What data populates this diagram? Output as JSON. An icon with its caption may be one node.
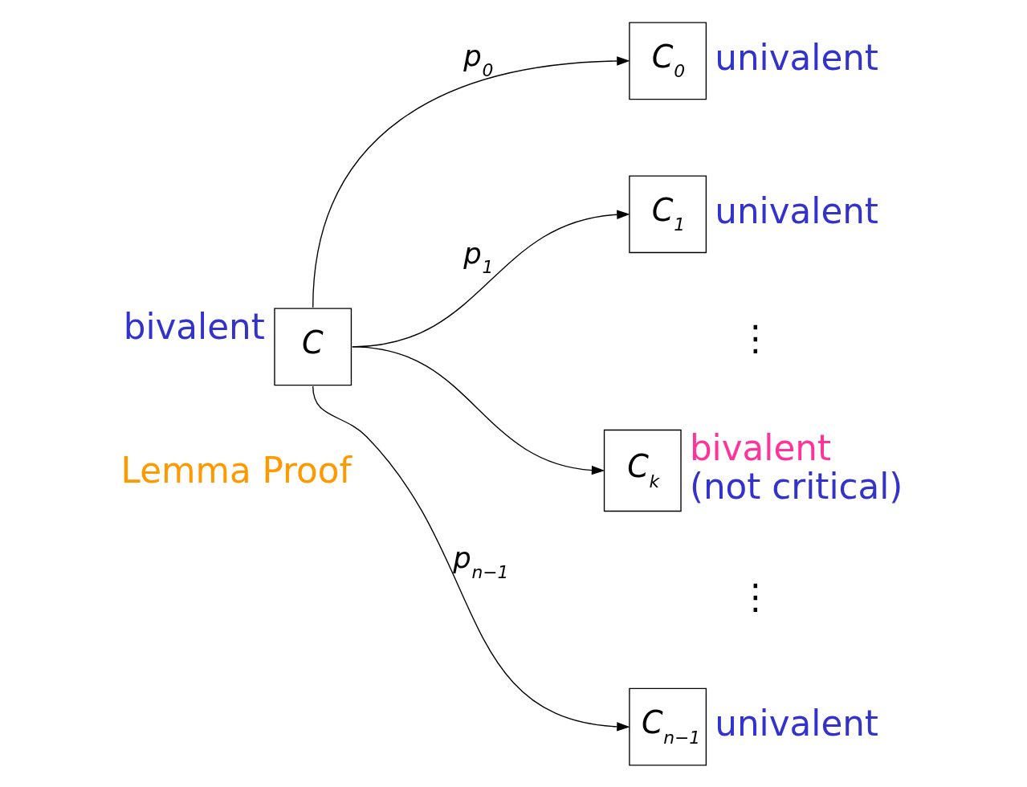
{
  "diagram": {
    "nodes": [
      {
        "text": [
          "C"
        ],
        "beside": [
          "bivalent"
        ]
      },
      {
        "text": [
          "C$_{0}$"
        ],
        "beside": [
          "univalent"
        ]
      },
      {
        "text": [
          "C$_{1}$"
        ],
        "beside": [
          "univalent"
        ]
      },
      {
        "text": [
          "C$_{k}$"
        ],
        "beside": [
          "bivalent",
          "(not critical)"
        ]
      },
      {
        "text": [
          "C$_{n−1}$"
        ],
        "beside": [
          "univalent"
        ]
      }
    ],
    "edges": [
      {
        "from": 0,
        "to": 1,
        "arrow": "to",
        "label": "p$_{0}$"
      },
      {
        "from": 0,
        "to": 2,
        "arrow": "to",
        "label": "p$_{1}$"
      },
      {
        "from": 0,
        "to": 3,
        "arrow": "to"
      },
      {
        "from": 0,
        "to": 4,
        "arrow": "to",
        "label": "p$_{n−1}$"
      }
    ],
    "labels": [
      "⋮",
      "⋮",
      "Lemma Proof"
    ]
  }
}
